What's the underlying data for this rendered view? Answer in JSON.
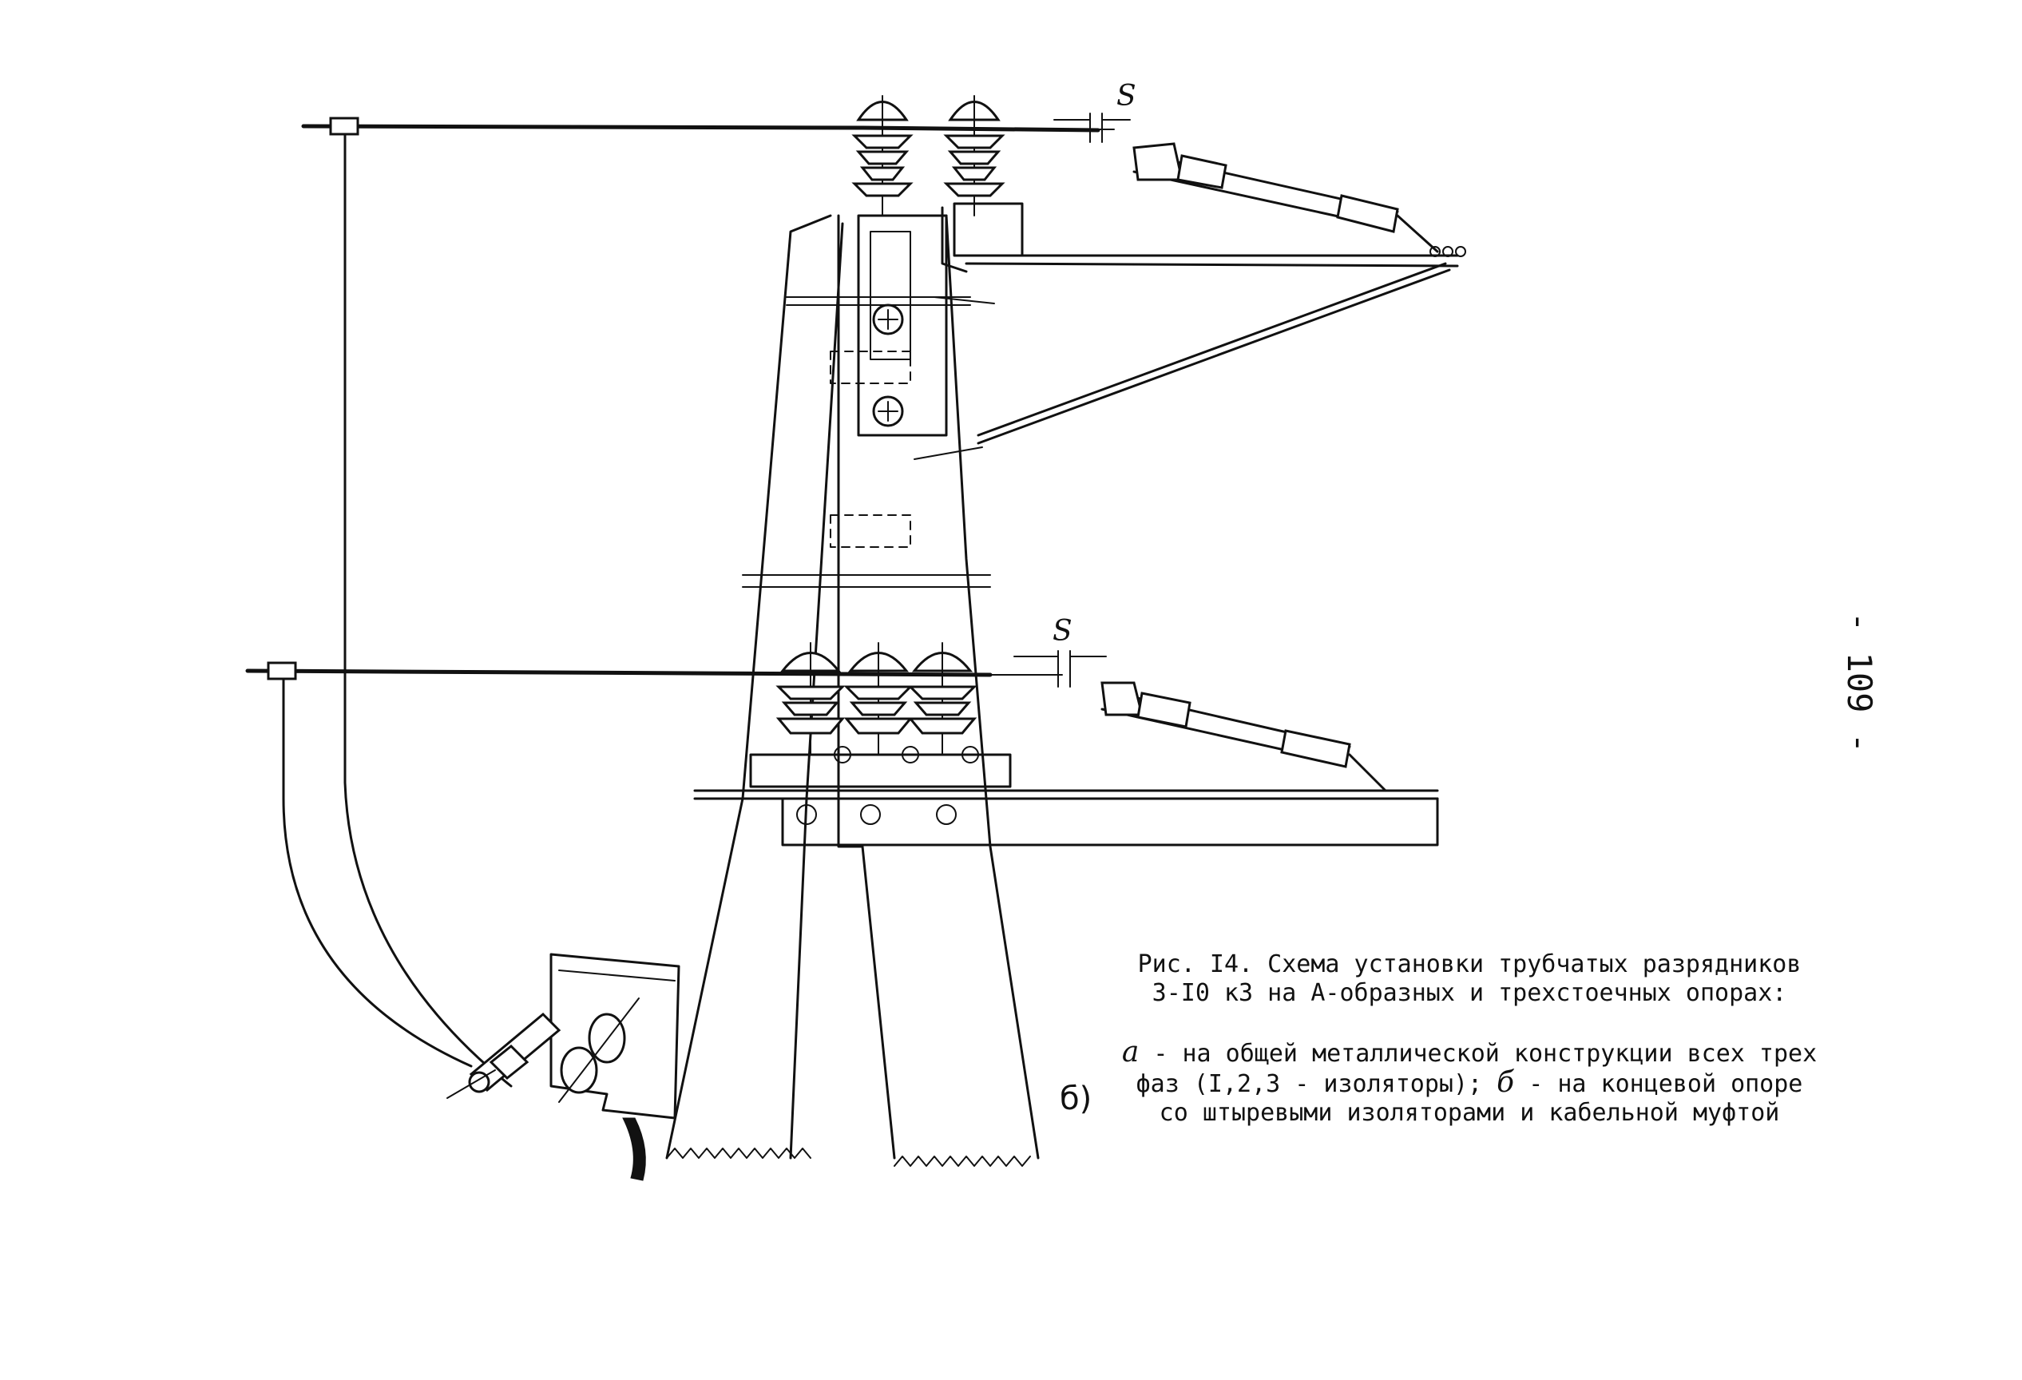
{
  "page": {
    "number": "- 109 -"
  },
  "figure": {
    "dimension_label_top": "S",
    "dimension_label_bottom": "S",
    "variant_label": "б)"
  },
  "caption": {
    "title": "Рис. I4. Схема установки трубчатых разрядников 3-I0 кЗ на А-образных и трехстоечных опорах:",
    "item_a_letter": "а",
    "item_a_text": " - на общей металлической конструкции всех трех фаз (I,2,3 - изоляторы); ",
    "item_b_letter": "б",
    "item_b_text": " - на концевой опоре со штыревыми изоляторами и кабельной муфтой"
  }
}
